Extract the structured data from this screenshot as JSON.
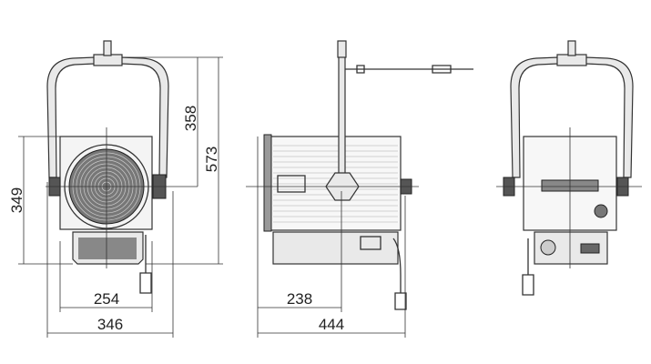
{
  "dimensions": {
    "front_view": {
      "overall_height": "573",
      "yoke_height": "358",
      "body_height": "349",
      "body_width": "254",
      "overall_width": "346"
    },
    "side_view": {
      "front_to_pivot": "238",
      "overall_depth": "444"
    }
  }
}
